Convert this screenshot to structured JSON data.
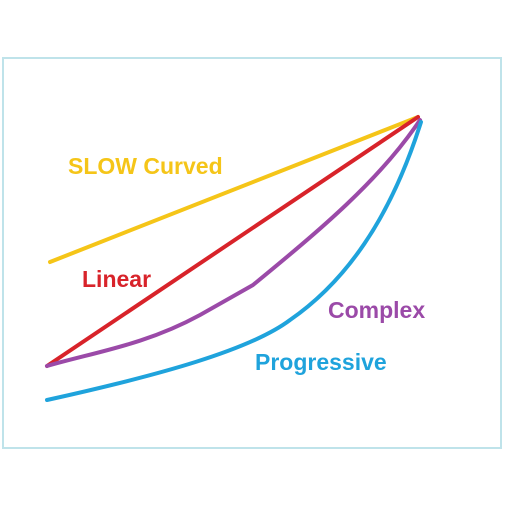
{
  "frame": {
    "border_color": "#bfe3ea"
  },
  "curves": [
    {
      "key": "slow_curved",
      "label": "SLOW Curved",
      "color": "#f5c518"
    },
    {
      "key": "linear",
      "label": "Linear",
      "color": "#d8232a"
    },
    {
      "key": "complex",
      "label": "Complex",
      "color": "#9b4aa8"
    },
    {
      "key": "progressive",
      "label": "Progressive",
      "color": "#1fa3dc"
    }
  ]
}
